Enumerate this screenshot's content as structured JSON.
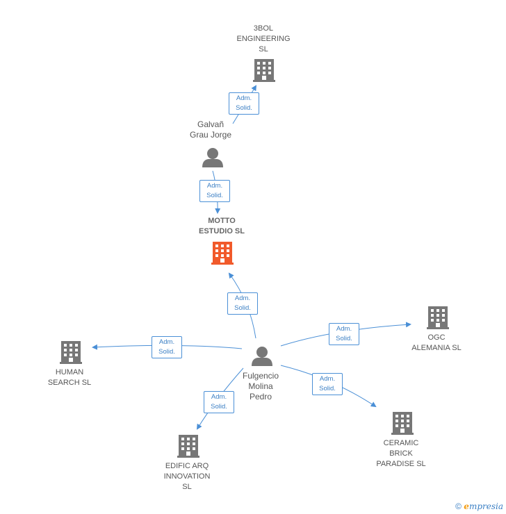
{
  "nodes": {
    "bol": {
      "label": "3BOL\nENGINEERING\nSL",
      "type": "company"
    },
    "galvan": {
      "label": "Galvañ\nGrau Jorge",
      "type": "person"
    },
    "motto": {
      "label": "MOTTO\nESTUDIO  SL",
      "type": "company-focus"
    },
    "fulgencio": {
      "label": "Fulgencio\nMolina\nPedro",
      "type": "person"
    },
    "human": {
      "label": "HUMAN\nSEARCH  SL",
      "type": "company"
    },
    "ogc": {
      "label": "OGC\nALEMANIA  SL",
      "type": "company"
    },
    "edific": {
      "label": "EDIFIC ARQ\nINNOVATION\nSL",
      "type": "company"
    },
    "ceramic": {
      "label": "CERAMIC\nBRICK\nPARADISE  SL",
      "type": "company"
    }
  },
  "edges": {
    "galvan_bol": "Adm.\nSolid.",
    "galvan_motto": "Adm.\nSolid.",
    "fulgencio_motto": "Adm.\nSolid.",
    "fulgencio_human": "Adm.\nSolid.",
    "fulgencio_ogc": "Adm.\nSolid.",
    "fulgencio_edific": "Adm.\nSolid.",
    "fulgencio_ceramic": "Adm.\nSolid."
  },
  "colors": {
    "edge": "#4a8fd6",
    "company": "#777777",
    "focus": "#f15a2b",
    "person": "#777777"
  },
  "footer": {
    "copyright": "©",
    "brand_first": "e",
    "brand_rest": "mpresia"
  }
}
